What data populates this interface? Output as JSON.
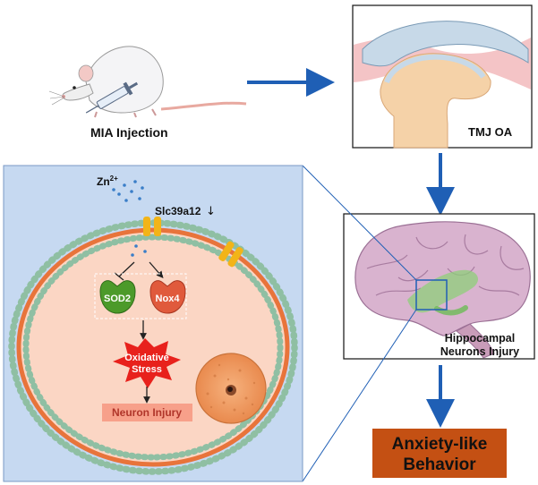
{
  "labels": {
    "mia_injection": "MIA Injection",
    "tmj_oa": "TMJ OA",
    "hippocampal": "Hippocampal",
    "neurons_injury": "Neurons Injury",
    "zn": "Zn",
    "zn_charge": "2+",
    "slc39a12": "Slc39a12",
    "slc_arrow": "↓",
    "sod2": "SOD2",
    "nox4": "Nox4",
    "oxidative": "Oxidative",
    "stress": "Stress",
    "neuron_injury": "Neuron Injury",
    "anxiety_line1": "Anxiety-like",
    "anxiety_line2": "Behavior"
  },
  "colors": {
    "flow_arrow": "#1f5fb5",
    "panel_bg": "#c6d9f1",
    "cell_bg": "#fbd6c4",
    "membrane_bead": "#8fbfa3",
    "membrane_tail": "#e8743b",
    "sod2": "#4c9a2a",
    "nox4": "#e05a3c",
    "stress_burst": "#e8211c",
    "outcome_box": "#c45013"
  }
}
